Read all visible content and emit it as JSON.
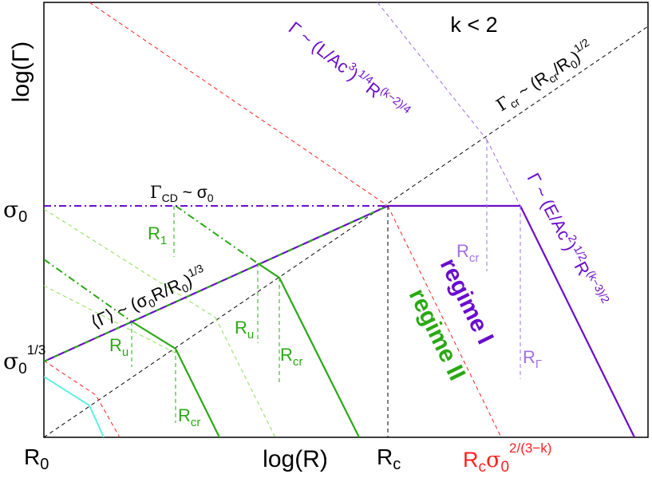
{
  "diagram": {
    "condition": "k < 2",
    "axes": {
      "x_label": "log(R)",
      "y_label": "log(Γ)"
    },
    "x_ticks": {
      "r0": {
        "base": "R",
        "sub": "0"
      },
      "rc": {
        "base": "R",
        "sub": "c"
      },
      "rc_sigma": {
        "base": "R",
        "sub": "c",
        "base2": "σ",
        "sub2": "0",
        "sup": "2/(3−k)"
      }
    },
    "y_ticks": {
      "sigma0": {
        "base": "σ",
        "sub": "0"
      },
      "sigma0_third": {
        "base": "σ",
        "sub": "0",
        "sup": "1/3"
      }
    },
    "laws": {
      "gamma_cd": {
        "base": "Γ",
        "sub": "CD",
        "rest": " ~ σ",
        "sub2": "0"
      },
      "gamma_mean": {
        "lhs": "⟨Γ⟩",
        "rest": " ~ (σ",
        "sub": "0",
        "rest2": "R/R",
        "sub2": "0",
        "rest3": ")",
        "sup": "1/3"
      },
      "gamma_cr": {
        "base": "Γ",
        "sub": "cr",
        "rest": " ~ (R",
        "sub2": "cr",
        "rest2": "/R",
        "sub3": "0",
        "rest3": ")",
        "sup": "1/2"
      },
      "gamma_l": {
        "base": "Γ ~ (L/Ac",
        "sup1": "3",
        "mid": ")",
        "sup2": "1/4",
        "mid2": "R",
        "sup3": "(k−2)/4"
      },
      "gamma_e": {
        "base": "Γ ~ (E/Ac",
        "sup1": "2",
        "mid": ")",
        "sup2": "1/2",
        "mid2": "R",
        "sup3": "(k−3)/2"
      }
    },
    "regimes": {
      "regime_1": "regime I",
      "regime_2": "regime II"
    },
    "radius_labels": {
      "r1": {
        "base": "R",
        "sub": "1"
      },
      "ru_left": {
        "base": "R",
        "sub": "u"
      },
      "ru_mid": {
        "base": "R",
        "sub": "u"
      },
      "rcr_left": {
        "base": "R",
        "sub": "cr"
      },
      "rcr_mid": {
        "base": "R",
        "sub": "cr"
      },
      "rcr_right": {
        "base": "R",
        "sub": "cr"
      },
      "rgamma": {
        "base": "R",
        "sub": "Γ"
      }
    },
    "colors": {
      "purple": "#6a0dcc",
      "green": "#2aa814",
      "light_green": "#8fe05a",
      "red": "#ff2020",
      "black": "#000000",
      "cyan": "#5ff0e0",
      "lavender": "#a070e0"
    }
  }
}
